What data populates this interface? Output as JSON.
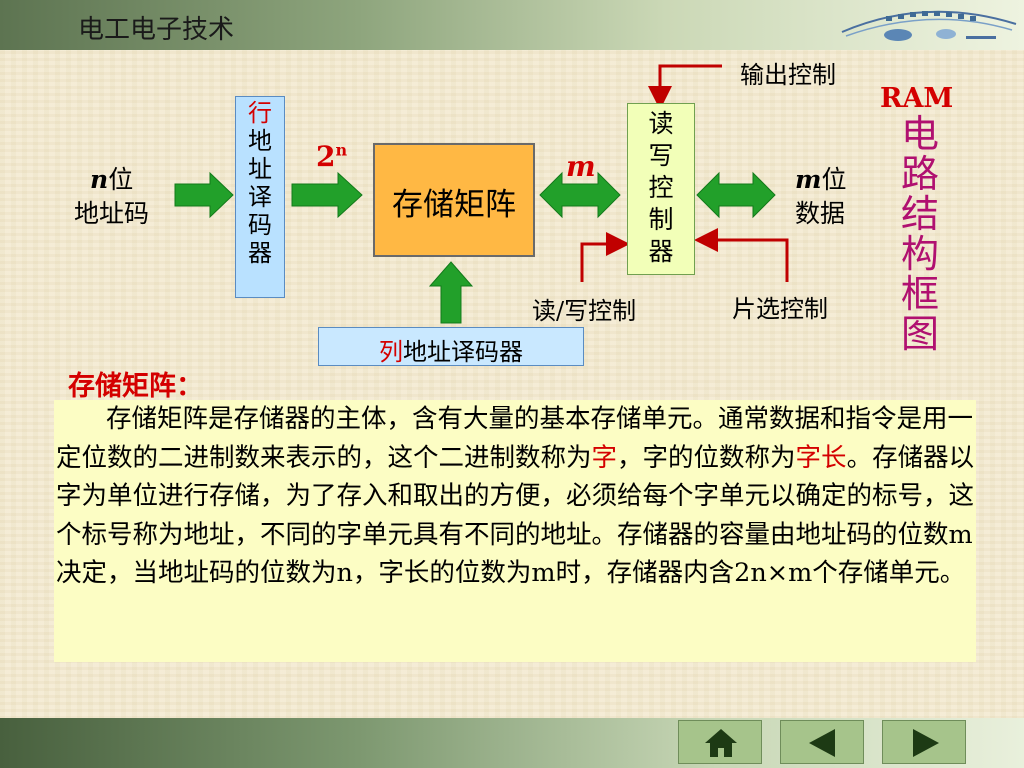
{
  "header": {
    "title": "电工电子技术"
  },
  "diagram": {
    "side_title_line1": "RAM",
    "side_title_chars": [
      "电",
      "路",
      "结",
      "构",
      "框",
      "图"
    ],
    "input_addr": {
      "var": "n",
      "unit": "位",
      "line2": "地址码"
    },
    "row_decoder": {
      "first": "行",
      "rest": [
        "地",
        "址",
        "译",
        "码",
        "器"
      ]
    },
    "count_label": {
      "base": "2",
      "exp": "n"
    },
    "matrix_label": "存储矩阵",
    "m_label": "m",
    "rw_controller_chars": [
      "读",
      "写",
      "控",
      "制",
      "器"
    ],
    "output_control": "输出控制",
    "data_out": {
      "var": "m",
      "unit": "位",
      "line2": "数据"
    },
    "rw_control": "读/写控制",
    "chip_select": "片选控制",
    "col_decoder": {
      "first": "列",
      "rest": "地址译码器"
    }
  },
  "paragraph": {
    "heading": "存储矩阵：",
    "p1": "存储矩阵是存储器的主体，含有大量的基本存储单元。通常数据和指令是用一定位数的二进制数来表示的，这个二进制数称为",
    "hl1": "字",
    "p2": "，字的位数称为",
    "hl2": "字长",
    "p3": "。存储器以字为单位进行存储，为了存入和取出的方便，必须给每个字单元以确定的标号，这个标号称为地址，不同的字单元具有不同的地址。存储器的容量由地址码的位数m决定，当地址码的位数为n，字长的位数为m时，存储器内含2n×m个存储单元。"
  },
  "nav": {
    "home": "home-icon",
    "prev": "prev-icon",
    "next": "next-icon"
  },
  "colors": {
    "arrow_green": "#22a02a",
    "control_red": "#c00000",
    "matrix_fill": "#ffb844",
    "decoder_fill": "#b9e1ff"
  }
}
